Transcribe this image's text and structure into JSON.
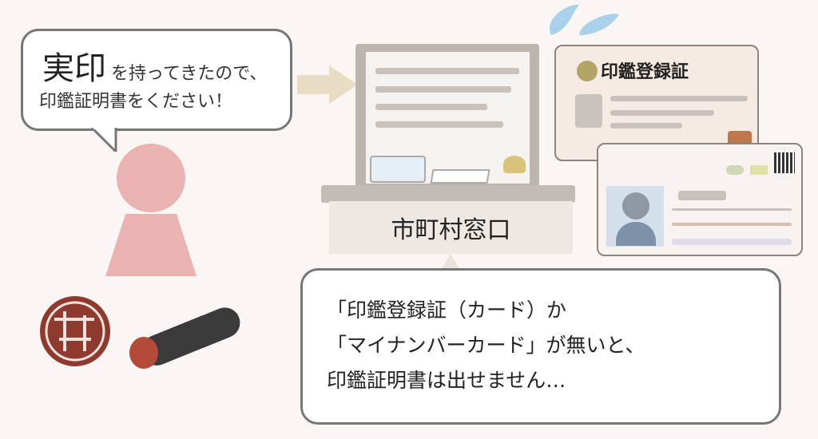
{
  "speech_customer": {
    "emphasis": "実印",
    "line1_rest": "を持ってきたので、",
    "line2": "印鑑証明書をください！"
  },
  "counter": {
    "label": "市町村窓口"
  },
  "card_registration": {
    "title": "印鑑登録証"
  },
  "speech_clerk": {
    "lines": [
      "「印鑑登録証（カード）か",
      "「マイナンバーカード」が無いと、",
      "印鑑証明書は出せません…"
    ]
  },
  "colors": {
    "person": "#e9b3b1",
    "arrow": "#e8dcc4",
    "background": "#fbf6f3"
  }
}
